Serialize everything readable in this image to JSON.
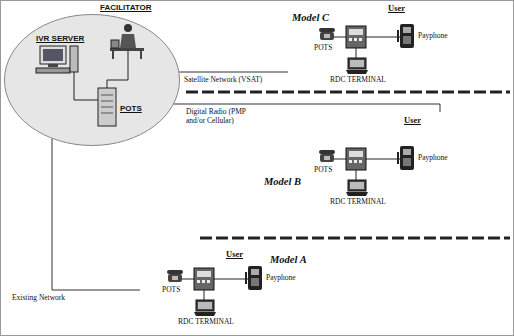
{
  "diagram": {
    "nodes": [
      {
        "text": [
          "IVR SERVER",
          "FACILITATOR",
          "POTS"
        ]
      },
      {
        "text": [
          "User",
          "Model C",
          "POTS",
          "Payphone",
          "RDC TERMINAL"
        ]
      },
      {
        "text": [
          "User",
          "Model B",
          "POTS",
          "Payphone",
          "RDC TERMINAL"
        ]
      },
      {
        "text": [
          "User",
          "Model A",
          "POTS",
          "Payphone",
          "RDC TERMINAL"
        ]
      }
    ],
    "edges": [
      {
        "from": 0,
        "to": 1,
        "label": "Satellite Network (VSAT)",
        "arrow": "none"
      },
      {
        "from": 0,
        "to": 2,
        "label": "Digital Radio (PMP and/or Cellular)",
        "arrow": "none"
      },
      {
        "from": 0,
        "to": 3,
        "label": "Existing Network",
        "arrow": "none"
      }
    ]
  }
}
